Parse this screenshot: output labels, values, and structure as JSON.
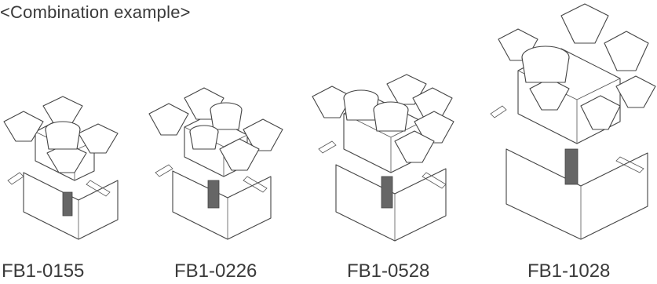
{
  "heading": "<Combination example>",
  "models": [
    {
      "label": "FB1-0155"
    },
    {
      "label": "FB1-0226"
    },
    {
      "label": "FB1-0528"
    },
    {
      "label": "FB1-1028"
    }
  ]
}
